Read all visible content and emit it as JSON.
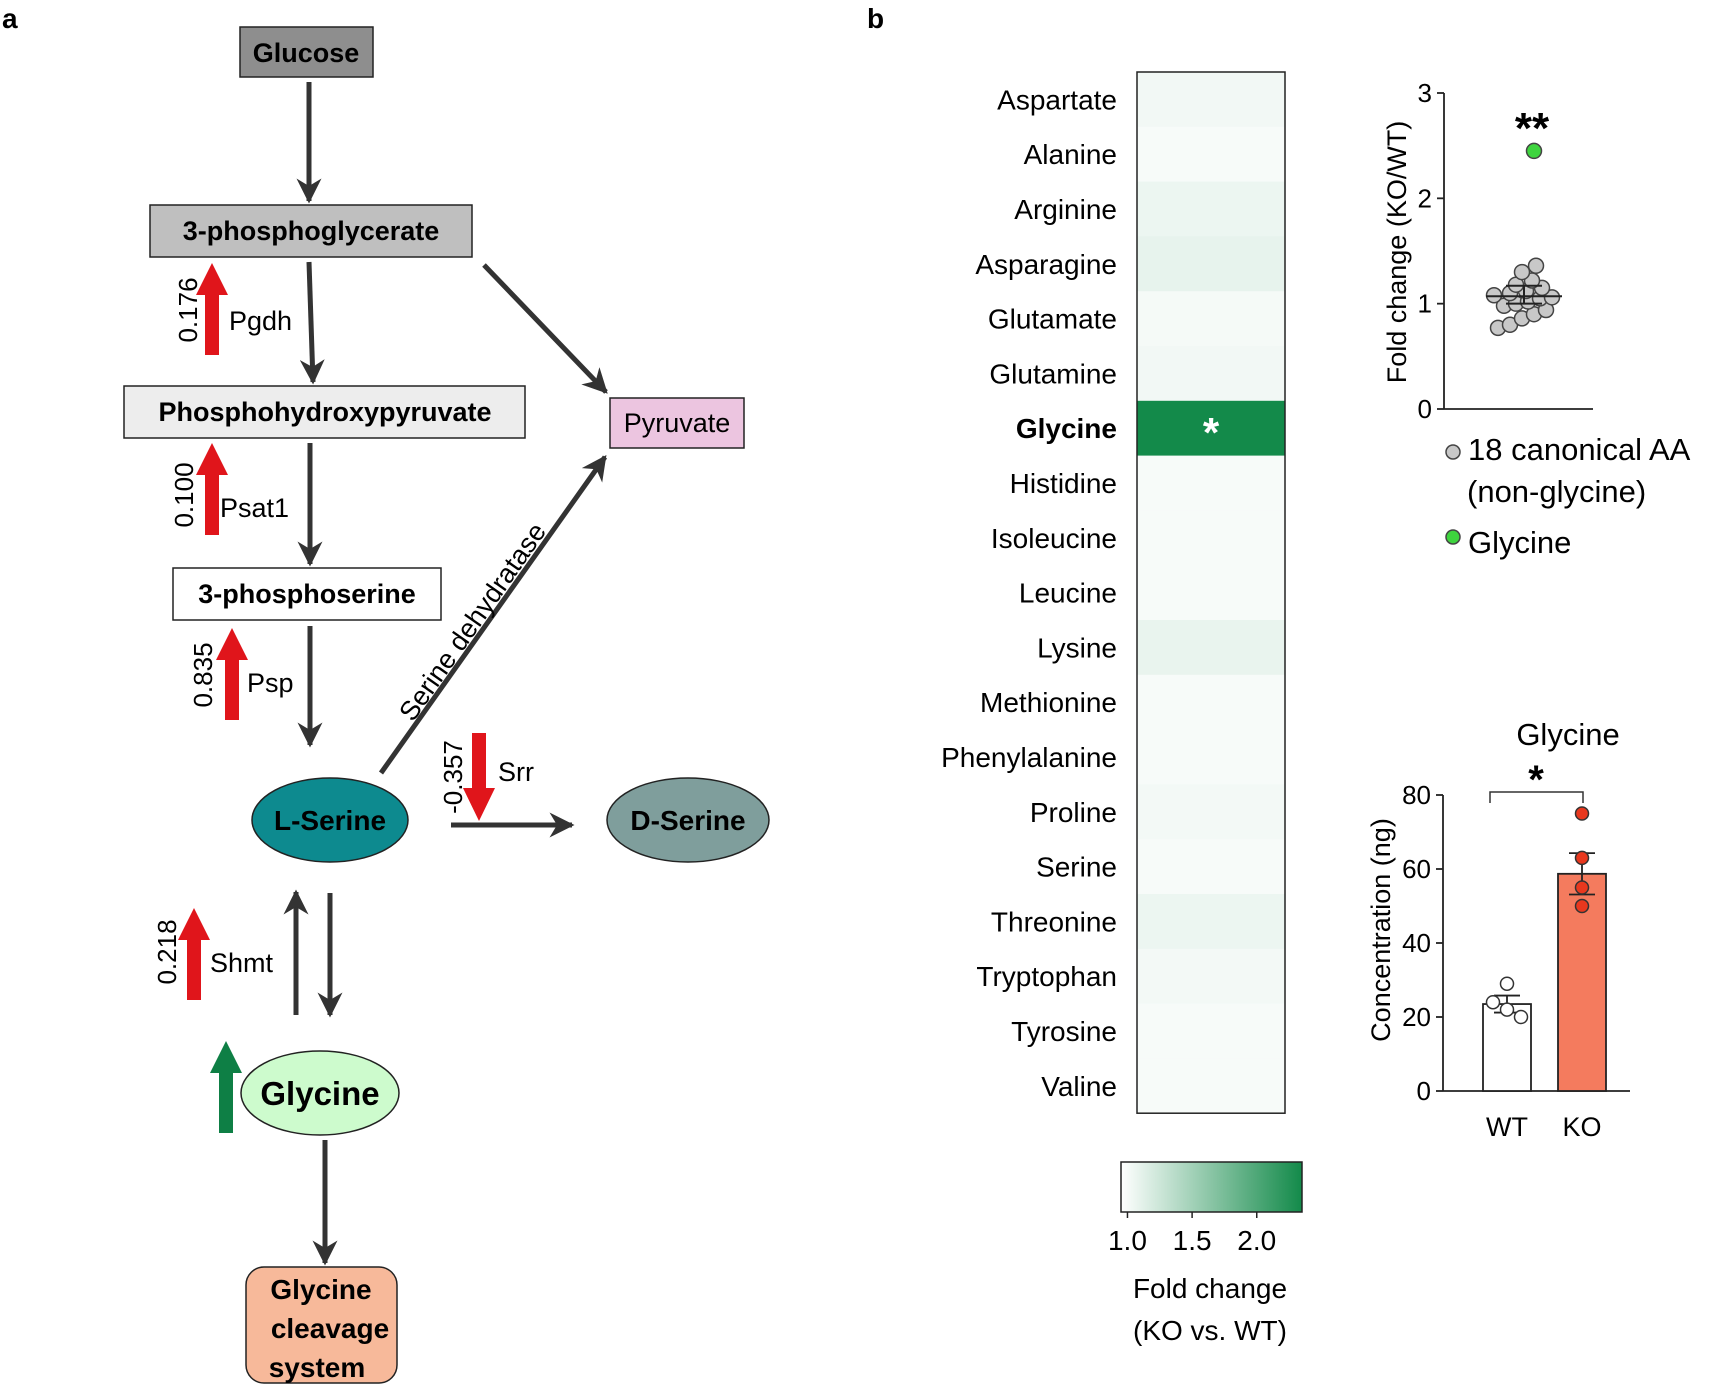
{
  "panel_a": {
    "label": "a",
    "nodes": {
      "glucose": "Glucose",
      "pg3": "3-phosphoglycerate",
      "php": "Phosphohydroxypyruvate",
      "ps3": "3-phosphoserine",
      "pyruvate": "Pyruvate",
      "lserine": "L-Serine",
      "dserine": "D-Serine",
      "glycine": "Glycine",
      "gcs_line1": "Glycine",
      "gcs_line2": "cleavage",
      "gcs_line3": "system"
    },
    "enzymes": {
      "pgdh": "Pgdh",
      "pgdh_value": "0.176",
      "psat1": "Psat1",
      "psat1_value": "0.100",
      "psp": "Psp",
      "psp_value": "0.835",
      "srr": "Srr",
      "srr_value": "-0.357",
      "shmt": "Shmt",
      "shmt_value": "0.218",
      "serine_dehydratase": "Serine dehydratase"
    },
    "colors": {
      "up_arrow": "#e0151b",
      "down_arrow": "#e0151b",
      "glycine_up_arrow": "#0e7f45",
      "glucose_box": "#8e8e8e",
      "pg3_box": "#bfbfbf",
      "php_box": "#ededed",
      "pyruvate_box": "#ecc5e0",
      "lserine": "#0d8a8f",
      "dserine": "#7f9e9c",
      "glycine_node": "#cdfbcd",
      "gcs_box": "#f7b99a"
    }
  },
  "panel_b": {
    "label": "b",
    "chart_data": [
      {
        "type": "heatmap",
        "rows": [
          "Aspartate",
          "Alanine",
          "Arginine",
          "Asparagine",
          "Glutamate",
          "Glutamine",
          "Glycine",
          "Histidine",
          "Isoleucine",
          "Leucine",
          "Lysine",
          "Methionine",
          "Phenylalanine",
          "Proline",
          "Serine",
          "Threonine",
          "Tryptophan",
          "Tyrosine",
          "Valine"
        ],
        "values": [
          1.03,
          1.0,
          1.06,
          1.09,
          1.01,
          1.03,
          2.45,
          1.0,
          1.0,
          1.0,
          1.08,
          1.0,
          1.0,
          1.02,
          1.0,
          1.06,
          1.02,
          1.0,
          1.0
        ],
        "highlight_row": "Glycine",
        "annotation": "*",
        "colorbar": {
          "range": [
            0.95,
            2.35
          ],
          "ticks": [
            "1.0",
            "1.5",
            "2.0"
          ],
          "tick_values": [
            1.0,
            1.5,
            2.0
          ],
          "low_color": "#ffffff",
          "high_color": "#138a4a"
        },
        "colorbar_label_line1": "Fold change",
        "colorbar_label_line2": "(KO vs. WT)"
      },
      {
        "type": "scatter",
        "ylabel": "Fold change (KO/WT)",
        "ylim": [
          0,
          3
        ],
        "yticks": [
          "0",
          "1",
          "2",
          "3"
        ],
        "tick_values": [
          0,
          1,
          2,
          3
        ],
        "significance": "**",
        "series": [
          {
            "name": "18 canonical AA",
            "name_line2": "(non-glycine)",
            "color": "#c8c8c8",
            "values": [
              0.77,
              0.8,
              0.86,
              0.9,
              0.94,
              0.98,
              1.0,
              1.02,
              1.05,
              1.06,
              1.08,
              1.1,
              1.12,
              1.15,
              1.18,
              1.22,
              1.3,
              1.36
            ]
          },
          {
            "name": "Glycine",
            "color": "#3ed43e",
            "values": [
              2.45
            ]
          }
        ],
        "mean": 1.07,
        "sem_upper": 1.17,
        "sem_lower": 1.0
      },
      {
        "type": "bar",
        "title": "Glycine",
        "ylabel": "Concentration (ng)",
        "categories": [
          "WT",
          "KO"
        ],
        "values": [
          23.5,
          58.7
        ],
        "sem": [
          2.3,
          5.6
        ],
        "points": [
          [
            29,
            24,
            20,
            22
          ],
          [
            75,
            63,
            55,
            50
          ]
        ],
        "ylim": [
          0,
          80
        ],
        "yticks": [
          "0",
          "20",
          "40",
          "60",
          "80"
        ],
        "tick_values": [
          0,
          20,
          40,
          60,
          80
        ],
        "significance": "*",
        "colors": {
          "WT": "#ffffff",
          "KO": "#f47b5e",
          "KO_points": "#e8381e"
        }
      }
    ]
  }
}
